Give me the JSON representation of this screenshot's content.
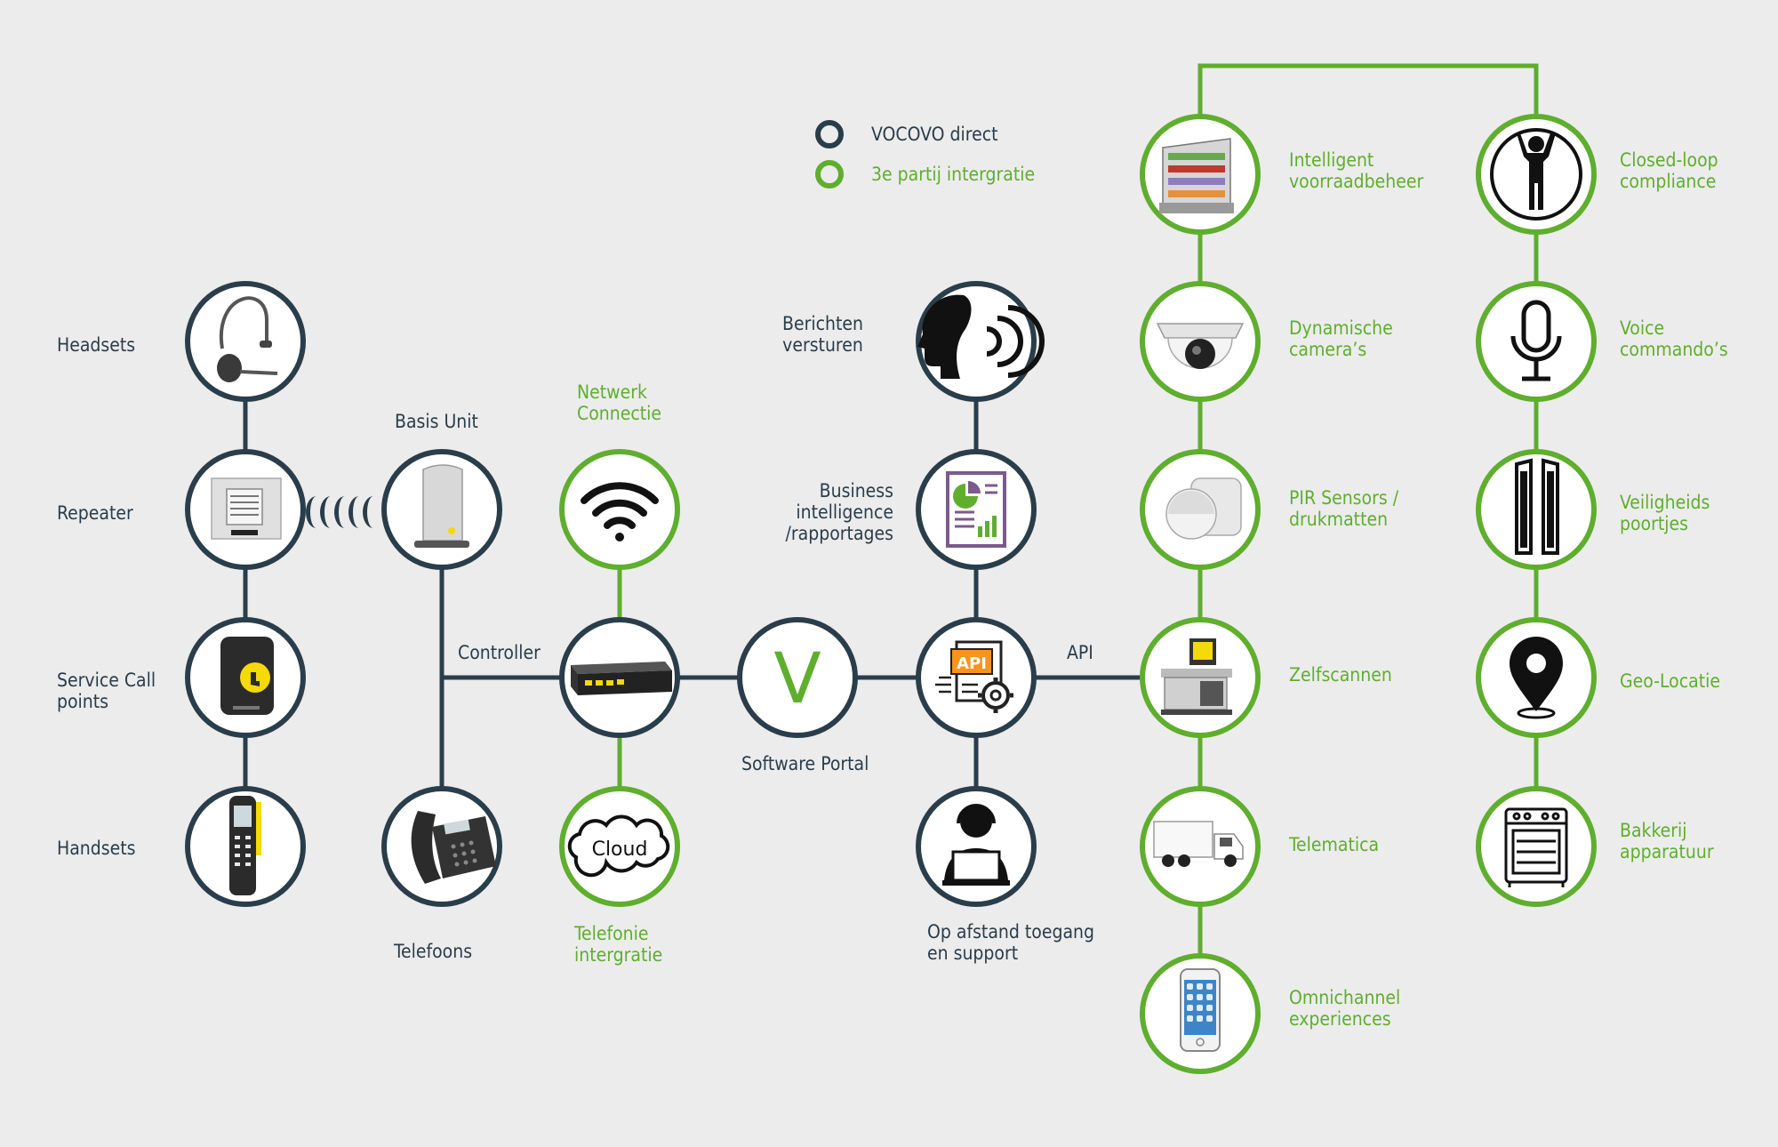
{
  "legend": {
    "vocovo_direct": "VOCOVO direct",
    "third_party": "3e partij intergratie"
  },
  "colors": {
    "dark_node": "#2a3d4a",
    "green_node": "#5fae2e",
    "background": "#ececec",
    "orange_accent": "#f7941d",
    "yellow_accent": "#f5d90a"
  },
  "nodes": {
    "headsets": {
      "label": "Headsets",
      "icon": "headset-icon"
    },
    "repeater": {
      "label": "Repeater",
      "icon": "repeater-icon"
    },
    "service_call": {
      "label": "Service Call\npoints",
      "icon": "service-call-icon"
    },
    "handsets": {
      "label": "Handsets",
      "icon": "handset-icon"
    },
    "basis_unit": {
      "label": "Basis Unit",
      "icon": "base-unit-icon"
    },
    "telefoons": {
      "label": "Telefoons",
      "icon": "desk-phone-icon"
    },
    "controller": {
      "label": "Controller",
      "icon": "controller-icon"
    },
    "netwerk": {
      "label": "Netwerk\nConnectie",
      "icon": "wifi-icon"
    },
    "cloud": {
      "label": "Telefonie\nintergratie",
      "icon": "cloud-icon",
      "icon_text": "Cloud"
    },
    "software_portal": {
      "label": "Software Portal",
      "icon": "vocovo-v-icon",
      "icon_text": "V"
    },
    "api": {
      "label": "API",
      "icon": "api-gear-icon",
      "icon_text": "API"
    },
    "berichten": {
      "label": "Berichten\nversturen",
      "icon": "speaking-head-icon"
    },
    "bi": {
      "label": "Business\nintelligence\n/rapportages",
      "icon": "report-icon"
    },
    "remote": {
      "label": "Op afstand toegang\nen support",
      "icon": "support-agent-icon"
    },
    "voorraad": {
      "label": "Intelligent\nvoorraadbeheer",
      "icon": "shelf-icon"
    },
    "cameras": {
      "label": "Dynamische\ncamera’s",
      "icon": "dome-camera-icon"
    },
    "pir": {
      "label": "PIR Sensors /\ndrukmatten",
      "icon": "pir-sensor-icon"
    },
    "zelfscannen": {
      "label": "Zelfscannen",
      "icon": "self-checkout-icon"
    },
    "telematica": {
      "label": "Telematica",
      "icon": "truck-icon"
    },
    "omnichannel": {
      "label": "Omnichannel\nexperiences",
      "icon": "smartphone-icon"
    },
    "closed_loop": {
      "label": "Closed-loop\ncompliance",
      "icon": "person-circle-icon"
    },
    "voice": {
      "label": "Voice\ncommando’s",
      "icon": "microphone-icon"
    },
    "veiligheid": {
      "label": "Veiligheids\npoortjes",
      "icon": "security-gate-icon"
    },
    "geo": {
      "label": "Geo-Locatie",
      "icon": "location-pin-icon"
    },
    "bakkerij": {
      "label": "Bakkerij\napparatuur",
      "icon": "oven-icon"
    }
  }
}
